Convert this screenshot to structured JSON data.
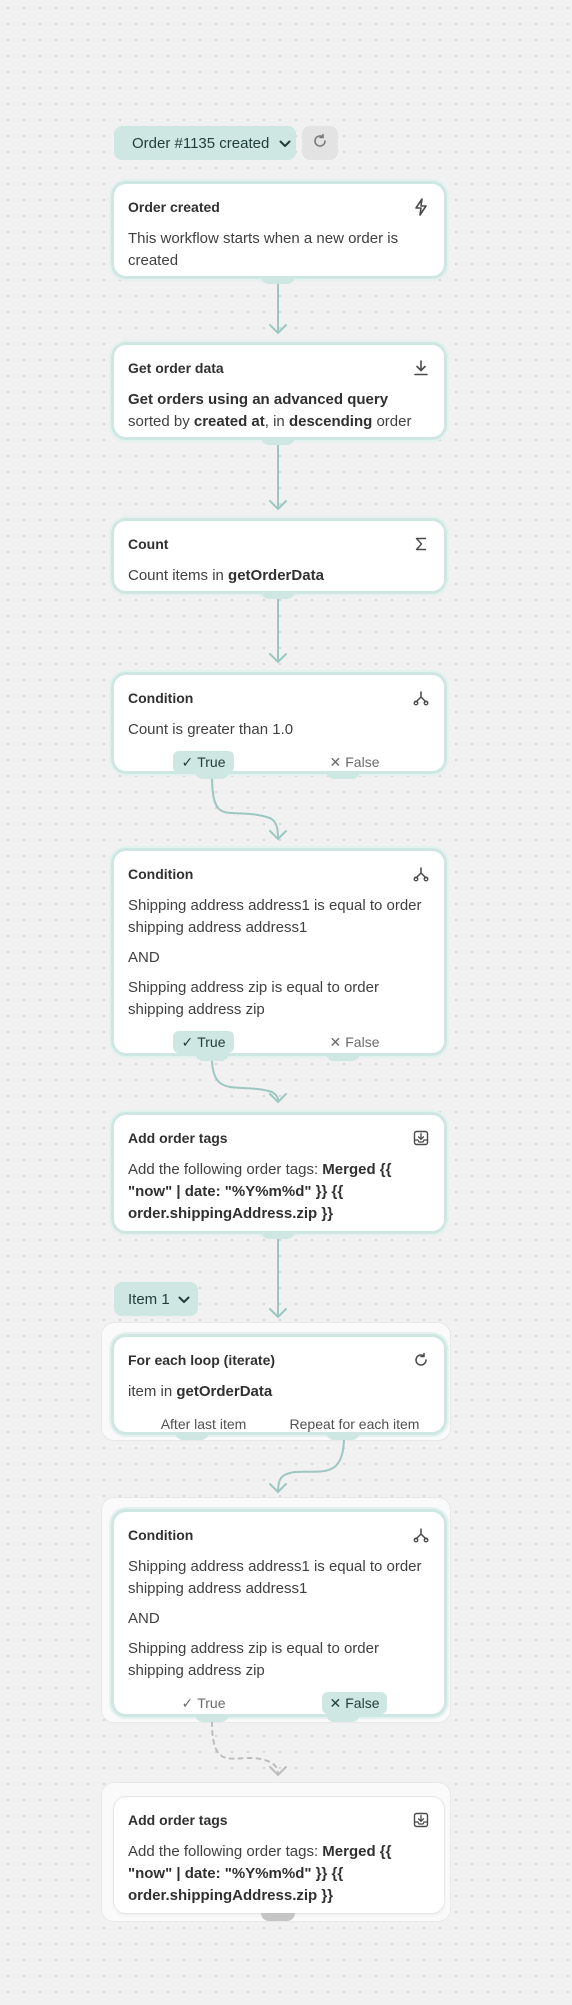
{
  "trigger": {
    "label": "Order #1135 created"
  },
  "iterator": {
    "label": "Item 1"
  },
  "cards": {
    "order_created": {
      "title": "Order created",
      "text": "This workflow starts when a new order is created"
    },
    "get_order_data": {
      "title": "Get order data",
      "p1": "Get orders using an advanced query",
      "p2": " sorted by ",
      "p3": "created at",
      "p4": ", in ",
      "p5": "descending",
      "p6": " order"
    },
    "count": {
      "title": "Count",
      "p1": "Count items in ",
      "p2": "getOrderData"
    },
    "condition1": {
      "title": "Condition",
      "text": "Count is greater than 1.0",
      "true_label": "True",
      "false_label": "False"
    },
    "condition2": {
      "title": "Condition",
      "line1": "Shipping address address1 is equal to order shipping address address1",
      "and": "AND",
      "line2": "Shipping address zip is equal to order shipping address zip",
      "true_label": "True",
      "false_label": "False"
    },
    "add_tags1": {
      "title": "Add order tags",
      "p1": "Add the following order tags: ",
      "p2": "Merged {{ \"now\" | date: \"%Y%m%d\" }} {{ order.shippingAddress.zip }}"
    },
    "for_each": {
      "title": "For each loop (iterate)",
      "p1": "item in ",
      "p2": "getOrderData",
      "after_label": "After last item",
      "repeat_label": "Repeat for each item"
    },
    "condition3": {
      "title": "Condition",
      "line1": "Shipping address address1 is equal to order shipping address address1",
      "and": "AND",
      "line2": "Shipping address zip is equal to order shipping address zip",
      "true_label": "True",
      "false_label": "False"
    },
    "add_tags2": {
      "title": "Add order tags",
      "p1": "Add the following order tags: ",
      "p2": "Merged {{ \"now\" | date: \"%Y%m%d\" }} {{ order.shippingAddress.zip }}"
    }
  },
  "icons": {
    "trigger_chevron": "chevron-down-icon",
    "refresh": "refresh-icon",
    "order_created": "lightning-icon",
    "get_order_data": "download-icon",
    "count": "sigma-icon",
    "condition": "branch-icon",
    "add_tags": "inbox-download-icon",
    "for_each": "loop-icon",
    "check": "check-icon",
    "x": "x-icon"
  },
  "colors": {
    "accent": "#cfe7e2",
    "connector": "#9cc8c1",
    "inactive_connector": "#bdbdbd",
    "background": "#f1f1f1"
  }
}
